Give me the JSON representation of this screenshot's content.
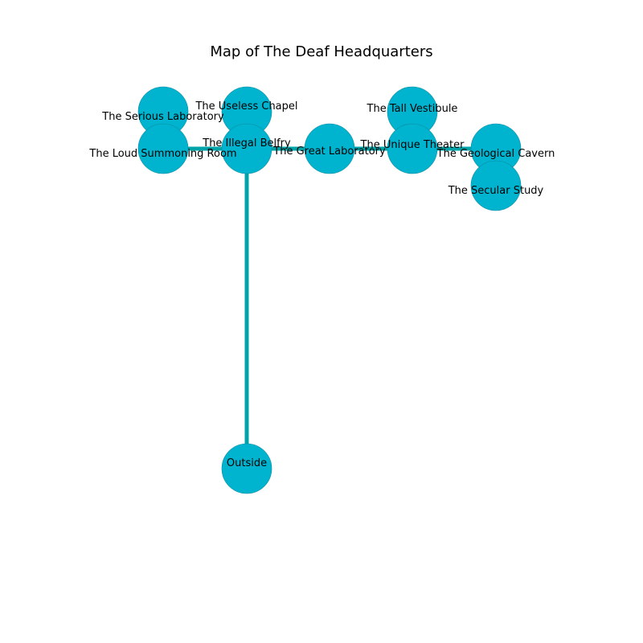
{
  "title": "Map of The Deaf Headquarters",
  "colors": {
    "node_fill": "#00b4d0",
    "node_stroke": "#0a8a9c",
    "edge": "#00a4a8"
  },
  "rooms": [
    {
      "id": "serious-laboratory",
      "label": "The Serious Laboratory"
    },
    {
      "id": "useless-chapel",
      "label": "The Useless Chapel"
    },
    {
      "id": "tall-vestibule",
      "label": "The Tall Vestibule"
    },
    {
      "id": "loud-summoning-room",
      "label": "The Loud Summoning Room"
    },
    {
      "id": "illegal-belfry",
      "label": "The Illegal Belfry"
    },
    {
      "id": "great-laboratory",
      "label": "The Great Laboratory"
    },
    {
      "id": "unique-theater",
      "label": "The Unique Theater"
    },
    {
      "id": "geological-cavern",
      "label": "The Geological Cavern"
    },
    {
      "id": "secular-study",
      "label": "The Secular Study"
    },
    {
      "id": "outside",
      "label": "Outside"
    }
  ],
  "connections": [
    [
      "loud-summoning-room",
      "illegal-belfry"
    ],
    [
      "illegal-belfry",
      "great-laboratory"
    ],
    [
      "great-laboratory",
      "unique-theater"
    ],
    [
      "unique-theater",
      "geological-cavern"
    ],
    [
      "illegal-belfry",
      "outside"
    ]
  ]
}
